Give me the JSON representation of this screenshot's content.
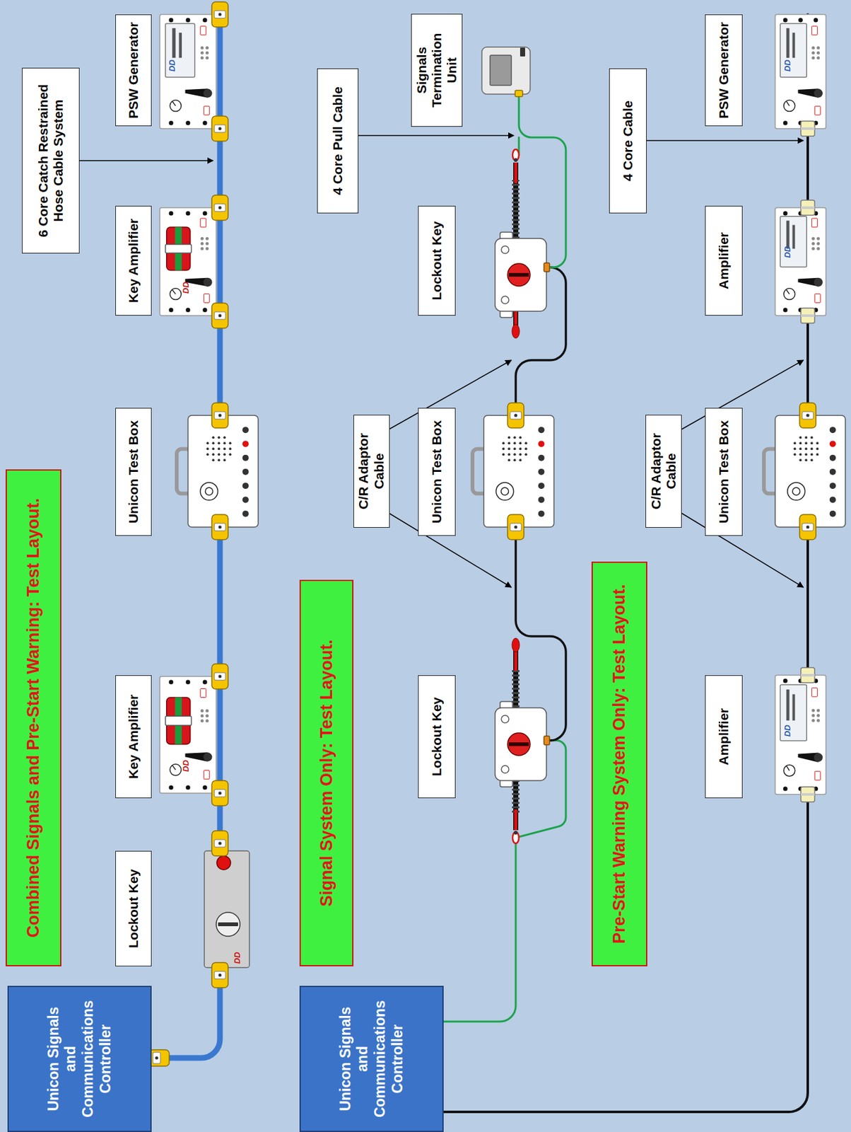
{
  "diagram": {
    "nodes": [
      {
        "text": [
          "Combined Signals and Pre-Start Warning: Test Layout."
        ]
      },
      {
        "text": [
          "Unicon Signals and Communications Controller"
        ]
      },
      {
        "text": [
          "Lockout Key"
        ]
      },
      {
        "text": [
          "Key Amplifier"
        ]
      },
      {
        "text": [
          "Unicon Test Box"
        ]
      },
      {
        "text": [
          "Key Amplifier"
        ]
      },
      {
        "text": [
          "PSW Generator"
        ]
      },
      {
        "text": [
          "6 Core Catch Restrained Hose Cable System"
        ]
      },
      {
        "text": [
          "Signal System Only: Test Layout."
        ]
      },
      {
        "text": [
          "Unicon Signals and Communications Controller"
        ]
      },
      {
        "text": [
          "Lockout Key"
        ]
      },
      {
        "text": [
          "C/R Adaptor Cable"
        ]
      },
      {
        "text": [
          "Unicon Test Box"
        ]
      },
      {
        "text": [
          "Lockout Key"
        ]
      },
      {
        "text": [
          "4 Core Pull Cable"
        ]
      },
      {
        "text": [
          "Signals Termination Unit"
        ]
      },
      {
        "text": [
          "Pre-Start Warning System Only: Test Layout."
        ]
      },
      {
        "text": [
          "Amplifier"
        ]
      },
      {
        "text": [
          "C/R Adaptor Cable"
        ]
      },
      {
        "text": [
          "Unicon Test Box"
        ]
      },
      {
        "text": [
          "Amplifier"
        ]
      },
      {
        "text": [
          "4 Core Cable"
        ]
      },
      {
        "text": [
          "PSW Generator"
        ]
      }
    ],
    "labels": [
      "DD",
      "DD",
      "DD",
      "DD",
      "DD",
      "DD",
      "DD"
    ]
  }
}
